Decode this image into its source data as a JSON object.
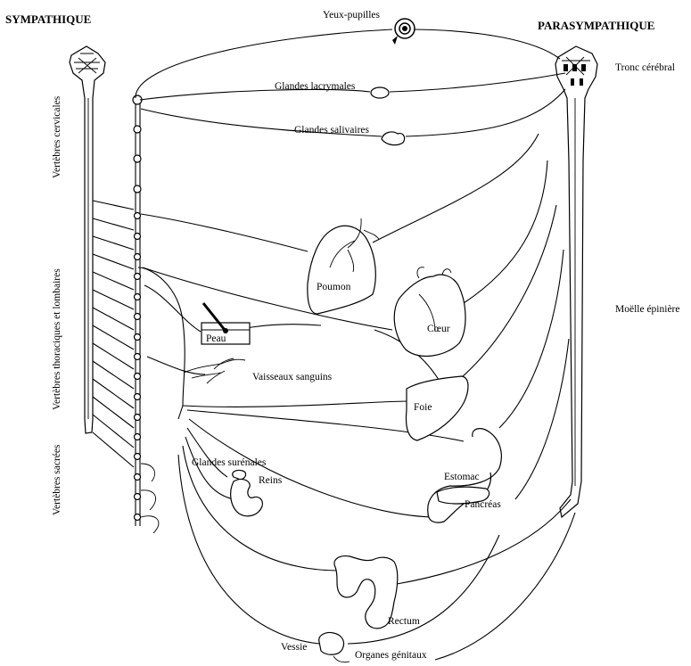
{
  "headers": {
    "left": "SYMPATHIQUE",
    "right": "PARASYMPATHIQUE"
  },
  "vertical_labels": {
    "cervical": "Vertèbres cervicales",
    "thoracic_lumbar": "Vertèbres thoraciques et lombaires",
    "sacral": "Vertèbres sacrées"
  },
  "right_labels": {
    "brainstem": "Tronc cérébral",
    "spinal_cord": "Moëlle épinière"
  },
  "organs": {
    "eyes": "Yeux-pupilles",
    "lacrimal": "Glandes lacrymales",
    "salivary": "Glandes salivaires",
    "lung": "Poumon",
    "heart": "Cœur",
    "skin": "Peau",
    "vessels": "Vaisseaux sanguins",
    "liver": "Foie",
    "adrenal": "Glandes surénales",
    "kidney": "Reins",
    "stomach": "Estomac",
    "pancreas": "Pancréas",
    "rectum": "Rectum",
    "bladder": "Vessie",
    "genitals": "Organes génitaux"
  }
}
